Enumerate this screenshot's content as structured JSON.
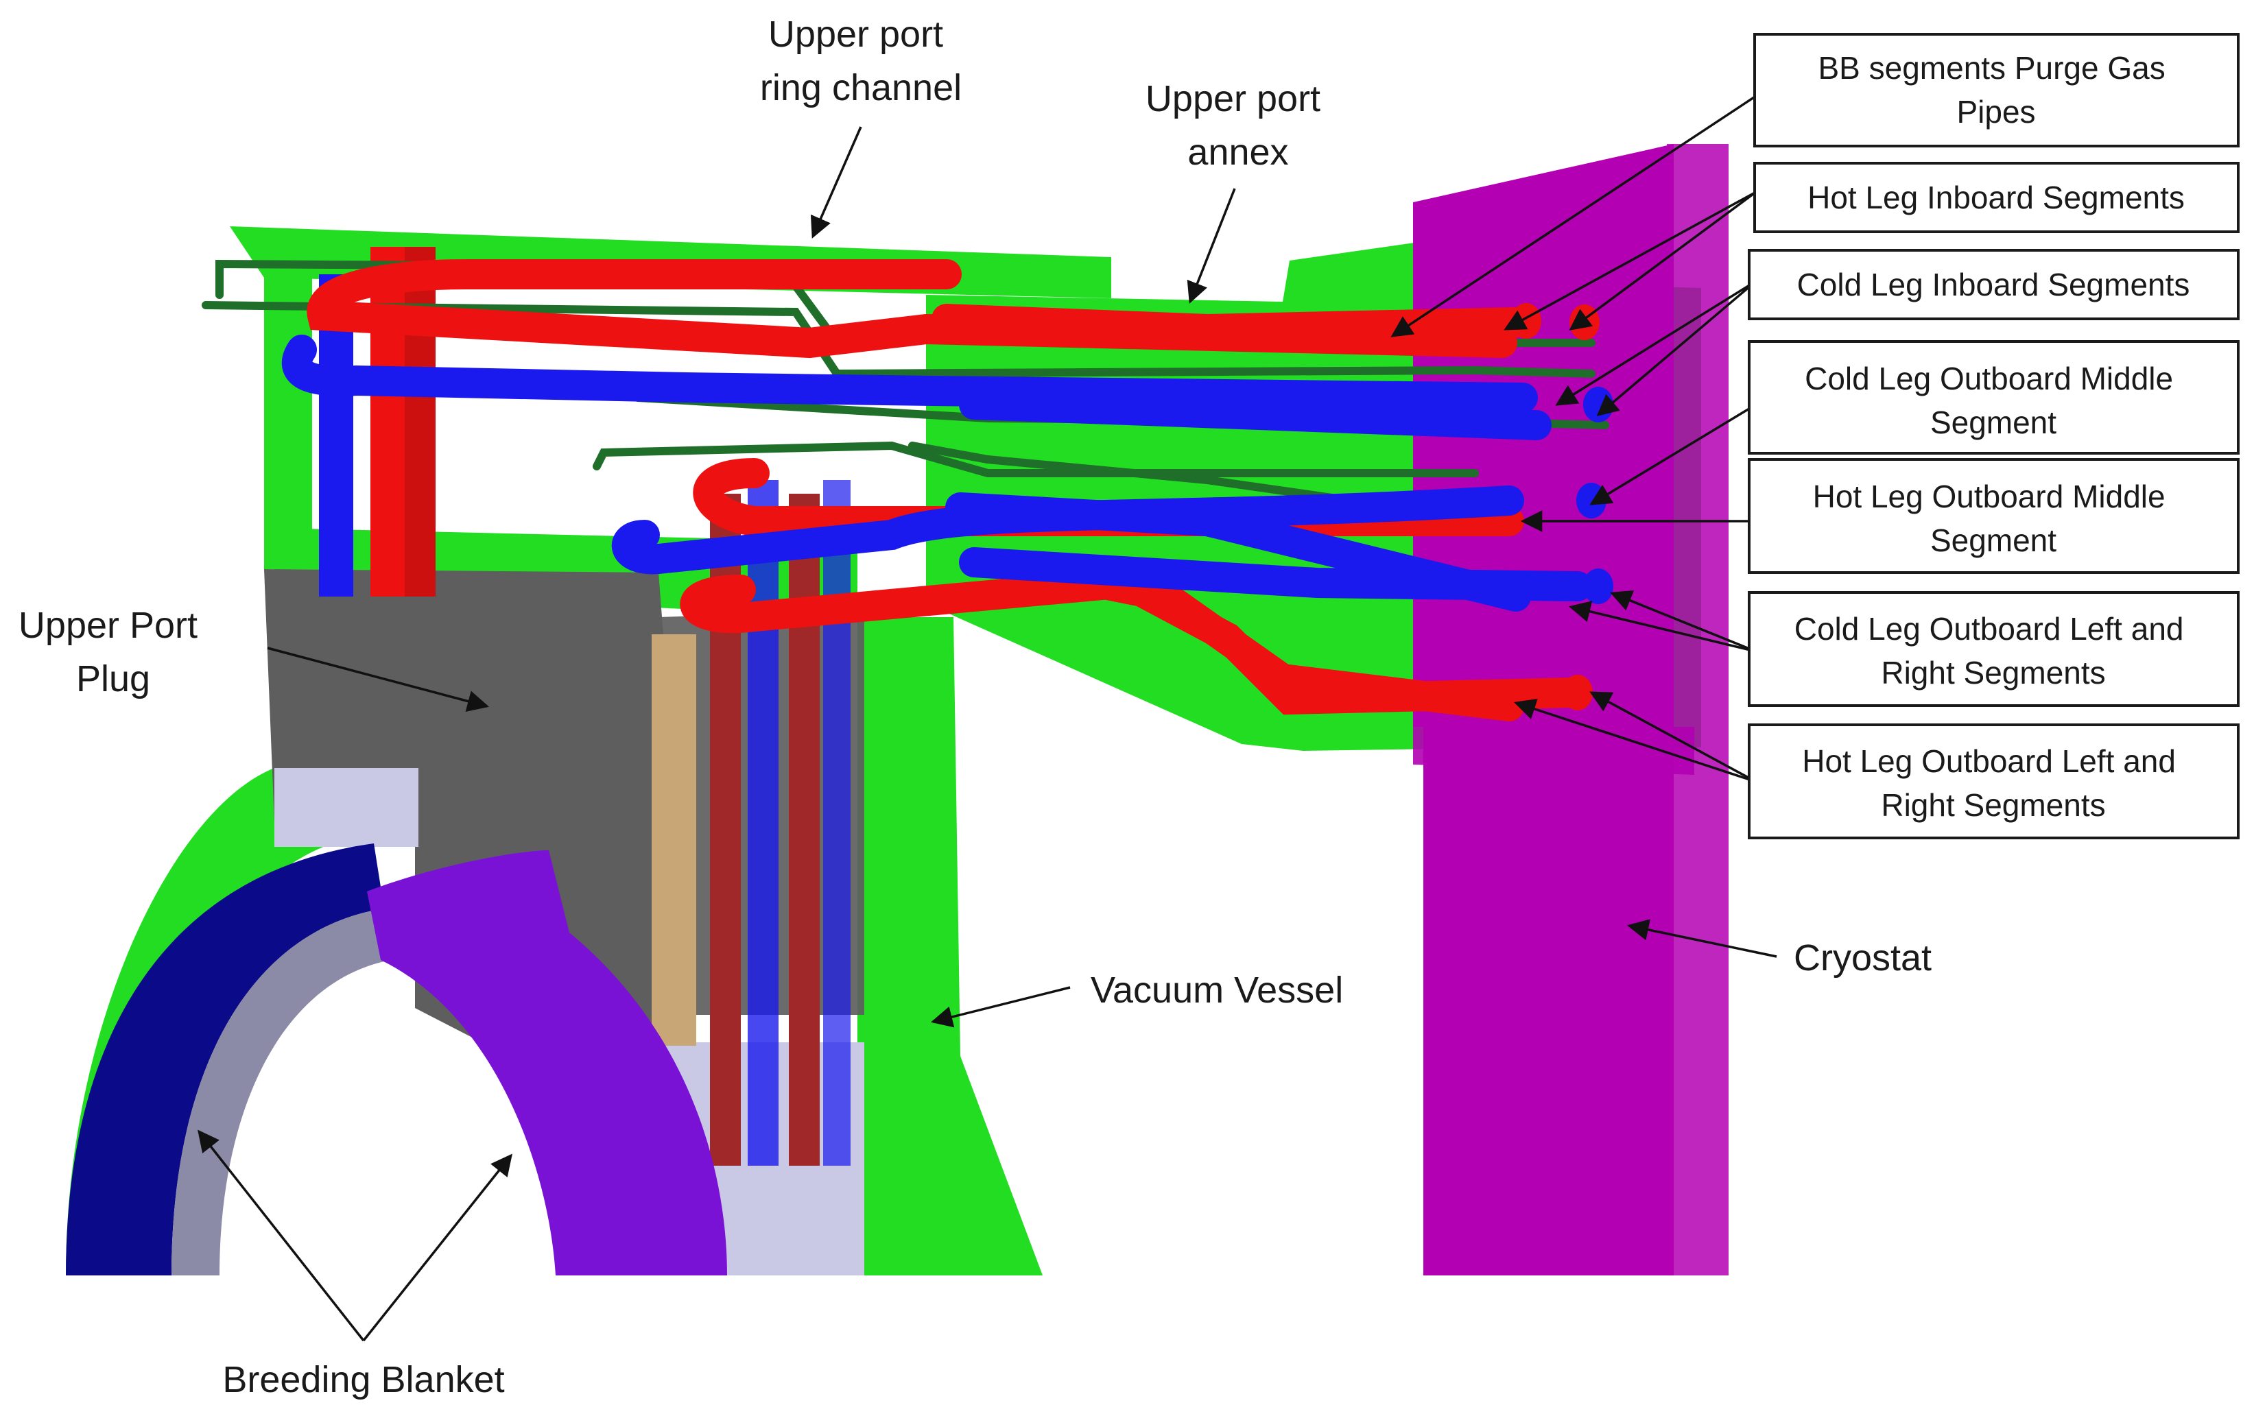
{
  "colors": {
    "vacuum_vessel": "#22dd22",
    "hot_leg": "#ee1111",
    "cold_leg": "#1a1aee",
    "purge_gas": "#1f6e2a",
    "cryostat": "#b300b3",
    "upper_port_plug": "#5e5e5e",
    "breeding_blanket_inboard": "#0b0b8a",
    "breeding_blanket_outboard": "#7a12d6",
    "manifold": "#c9a676"
  },
  "labels": {
    "upper_port_ring_channel": [
      "Upper port",
      "ring channel"
    ],
    "upper_port_annex": [
      "Upper port",
      "annex"
    ],
    "upper_port_plug": [
      "Upper Port",
      "Plug"
    ],
    "vacuum_vessel": [
      "Vacuum Vessel"
    ],
    "cryostat": [
      "Cryostat"
    ],
    "breeding_blanket": [
      "Breeding Blanket"
    ]
  },
  "boxes": [
    {
      "id": "bb-purge-gas-pipes",
      "lines": [
        "BB segments Purge Gas",
        "Pipes"
      ]
    },
    {
      "id": "hot-leg-inboard",
      "lines": [
        "Hot Leg Inboard Segments"
      ]
    },
    {
      "id": "cold-leg-inboard",
      "lines": [
        "Cold Leg Inboard Segments"
      ]
    },
    {
      "id": "cold-leg-outboard-middle",
      "lines": [
        "Cold Leg Outboard Middle",
        "Segment"
      ]
    },
    {
      "id": "hot-leg-outboard-middle",
      "lines": [
        "Hot Leg Outboard Middle",
        "Segment"
      ]
    },
    {
      "id": "cold-leg-outboard-lr",
      "lines": [
        "Cold Leg Outboard Left and",
        "Right Segments"
      ]
    },
    {
      "id": "hot-leg-outboard-lr",
      "lines": [
        "Hot Leg Outboard Left and",
        "Right Segments"
      ]
    }
  ]
}
